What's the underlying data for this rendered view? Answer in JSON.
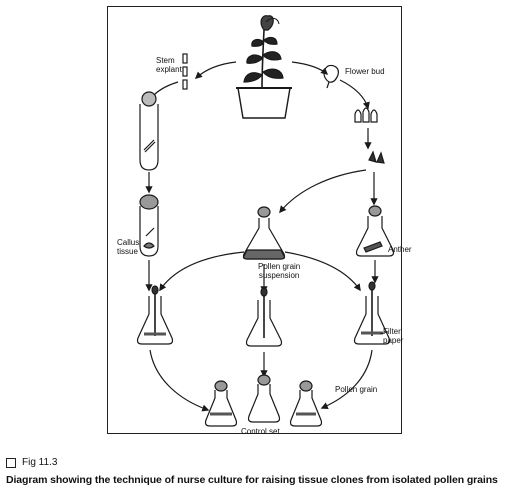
{
  "labels": {
    "stem_explant": "Stem\nexplant",
    "flower_bud": "Flower bud",
    "callus_tissue": "Callus\ntissue",
    "anther": "Anther",
    "pollen_grain_suspension": "Pollen grain\nsuspension",
    "filter_paper": "Filter\npaper",
    "pollen_grain": "Pollen grain",
    "control_set": "Control set"
  },
  "figure": {
    "number": "Fig 11.3",
    "caption": "Diagram showing the technique of nurse culture for raising tissue clones from isolated pollen grains"
  }
}
